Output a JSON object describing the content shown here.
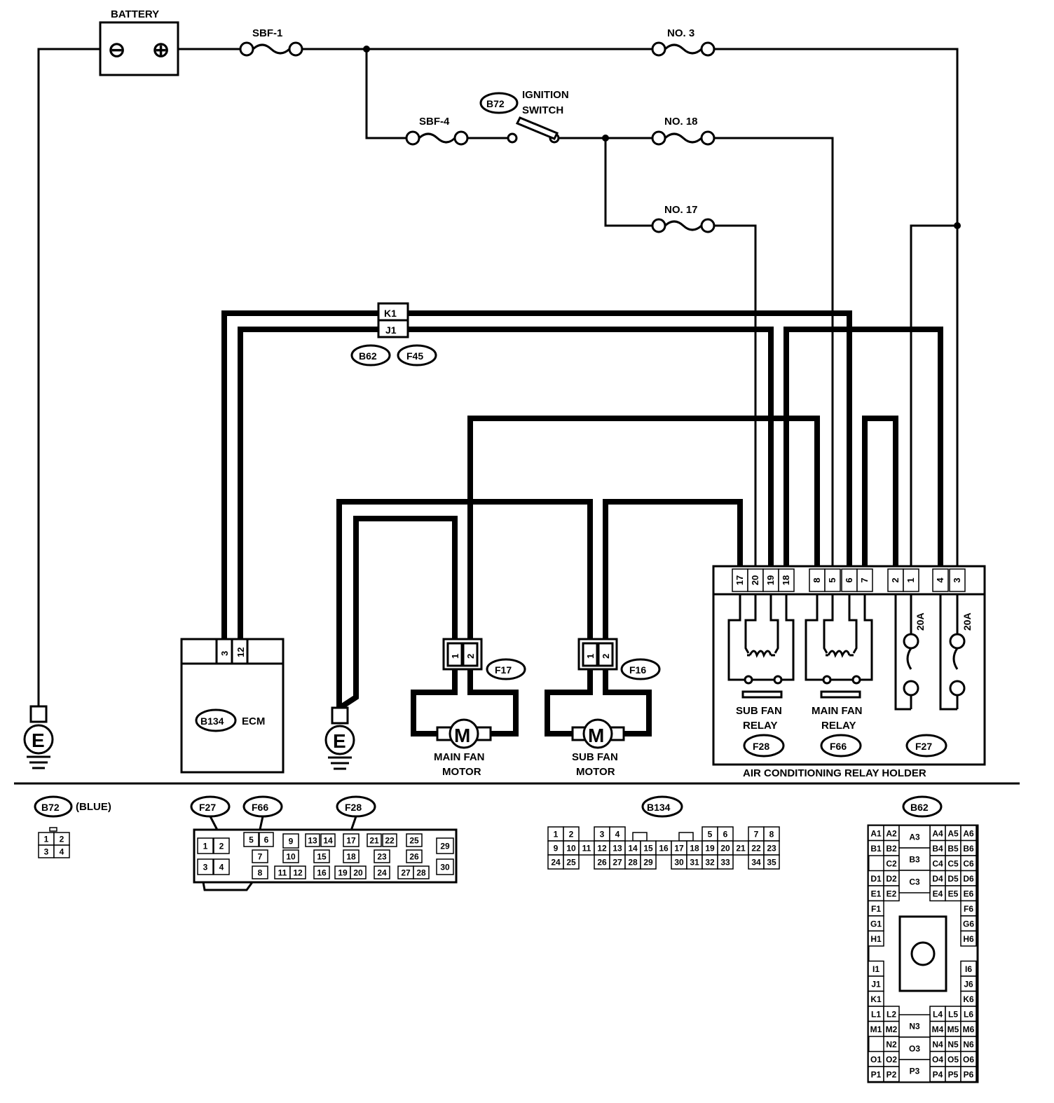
{
  "labels": {
    "battery": "BATTERY",
    "minus": "⊖",
    "plus": "⊕",
    "sbf1": "SBF-1",
    "sbf4": "SBF-4",
    "no3": "NO. 3",
    "no18": "NO. 18",
    "no17": "NO. 17",
    "b72": "B72",
    "ignition_switch_1": "IGNITION",
    "ignition_switch_2": "SWITCH",
    "k1": "K1",
    "j1": "J1",
    "b62": "B62",
    "f45": "F45",
    "ecm_conn": "B134",
    "ecm": "ECM",
    "ecm_pin3": "3",
    "ecm_pin12": "12",
    "ground": "E",
    "f17": "F17",
    "f16": "F16",
    "motor": "M",
    "main_fan_motor_1": "MAIN FAN",
    "main_fan_motor_2": "MOTOR",
    "sub_fan_motor_1": "SUB FAN",
    "sub_fan_motor_2": "MOTOR",
    "pin1": "1",
    "pin2": "2",
    "relay_holder": "AIR CONDITIONING RELAY HOLDER",
    "sub_fan_relay_1": "SUB FAN",
    "sub_fan_relay_2": "RELAY",
    "main_fan_relay_1": "MAIN FAN",
    "main_fan_relay_2": "RELAY",
    "f28": "F28",
    "f66": "F66",
    "f27": "F27",
    "fuse20a_1": "20A",
    "fuse20a_2": "20A",
    "b72_blue": "(BLUE)",
    "b134": "B134"
  },
  "relay_holder_pins": [
    "17",
    "20",
    "19",
    "18",
    "8",
    "5",
    "6",
    "7",
    "2",
    "1",
    "4",
    "3"
  ],
  "b72_pins": [
    "1",
    "2",
    "3",
    "4"
  ],
  "f_block_pins": [
    "1",
    "2",
    "3",
    "4",
    "5",
    "6",
    "7",
    "8",
    "9",
    "10",
    "11",
    "12",
    "13",
    "14",
    "15",
    "16",
    "17",
    "18",
    "19",
    "20",
    "21",
    "22",
    "23",
    "24",
    "25",
    "26",
    "27",
    "28",
    "29",
    "30"
  ],
  "b134_rows": [
    [
      "1",
      "2",
      "",
      "3",
      "4",
      "",
      "",
      "",
      "",
      "5",
      "6",
      "",
      "7",
      "8"
    ],
    [
      "9",
      "10",
      "11",
      "12",
      "13",
      "14",
      "15",
      "16",
      "17",
      "18",
      "19",
      "20",
      "21",
      "22",
      "23"
    ],
    [
      "24",
      "25",
      "",
      "26",
      "27",
      "28",
      "29",
      "",
      "30",
      "31",
      "32",
      "33",
      "",
      "34",
      "35"
    ]
  ],
  "b62_left": [
    [
      "A1",
      "A2"
    ],
    [
      "B1",
      "B2"
    ],
    [
      "",
      "C2"
    ],
    [
      "D1",
      "D2"
    ],
    [
      "E1",
      "E2"
    ],
    [
      "F1",
      ""
    ],
    [
      "G1",
      ""
    ],
    [
      "H1",
      ""
    ],
    [
      "",
      ""
    ],
    [
      "I1",
      ""
    ],
    [
      "J1",
      ""
    ],
    [
      "K1",
      ""
    ],
    [
      "L1",
      "L2"
    ],
    [
      "M1",
      "M2"
    ],
    [
      "",
      "N2"
    ],
    [
      "O1",
      "O2"
    ],
    [
      "P1",
      "P2"
    ]
  ],
  "b62_right": [
    [
      "A4",
      "A5",
      "A6"
    ],
    [
      "B4",
      "B5",
      "B6"
    ],
    [
      "C4",
      "C5",
      "C6"
    ],
    [
      "D4",
      "D5",
      "D6"
    ],
    [
      "E4",
      "E5",
      "E6"
    ],
    [
      "",
      "",
      "F6"
    ],
    [
      "",
      "",
      "G6"
    ],
    [
      "",
      "",
      "H6"
    ],
    [
      "",
      "",
      ""
    ],
    [
      "",
      "",
      "I6"
    ],
    [
      "",
      "",
      "J6"
    ],
    [
      "",
      "",
      "K6"
    ],
    [
      "L4",
      "L5",
      "L6"
    ],
    [
      "M4",
      "M5",
      "M6"
    ],
    [
      "N4",
      "N5",
      "N6"
    ],
    [
      "O4",
      "O5",
      "O6"
    ],
    [
      "P4",
      "P5",
      "P6"
    ]
  ],
  "b62_mid": [
    "A3",
    "B3",
    "C3",
    "N3",
    "O3",
    "P3"
  ]
}
